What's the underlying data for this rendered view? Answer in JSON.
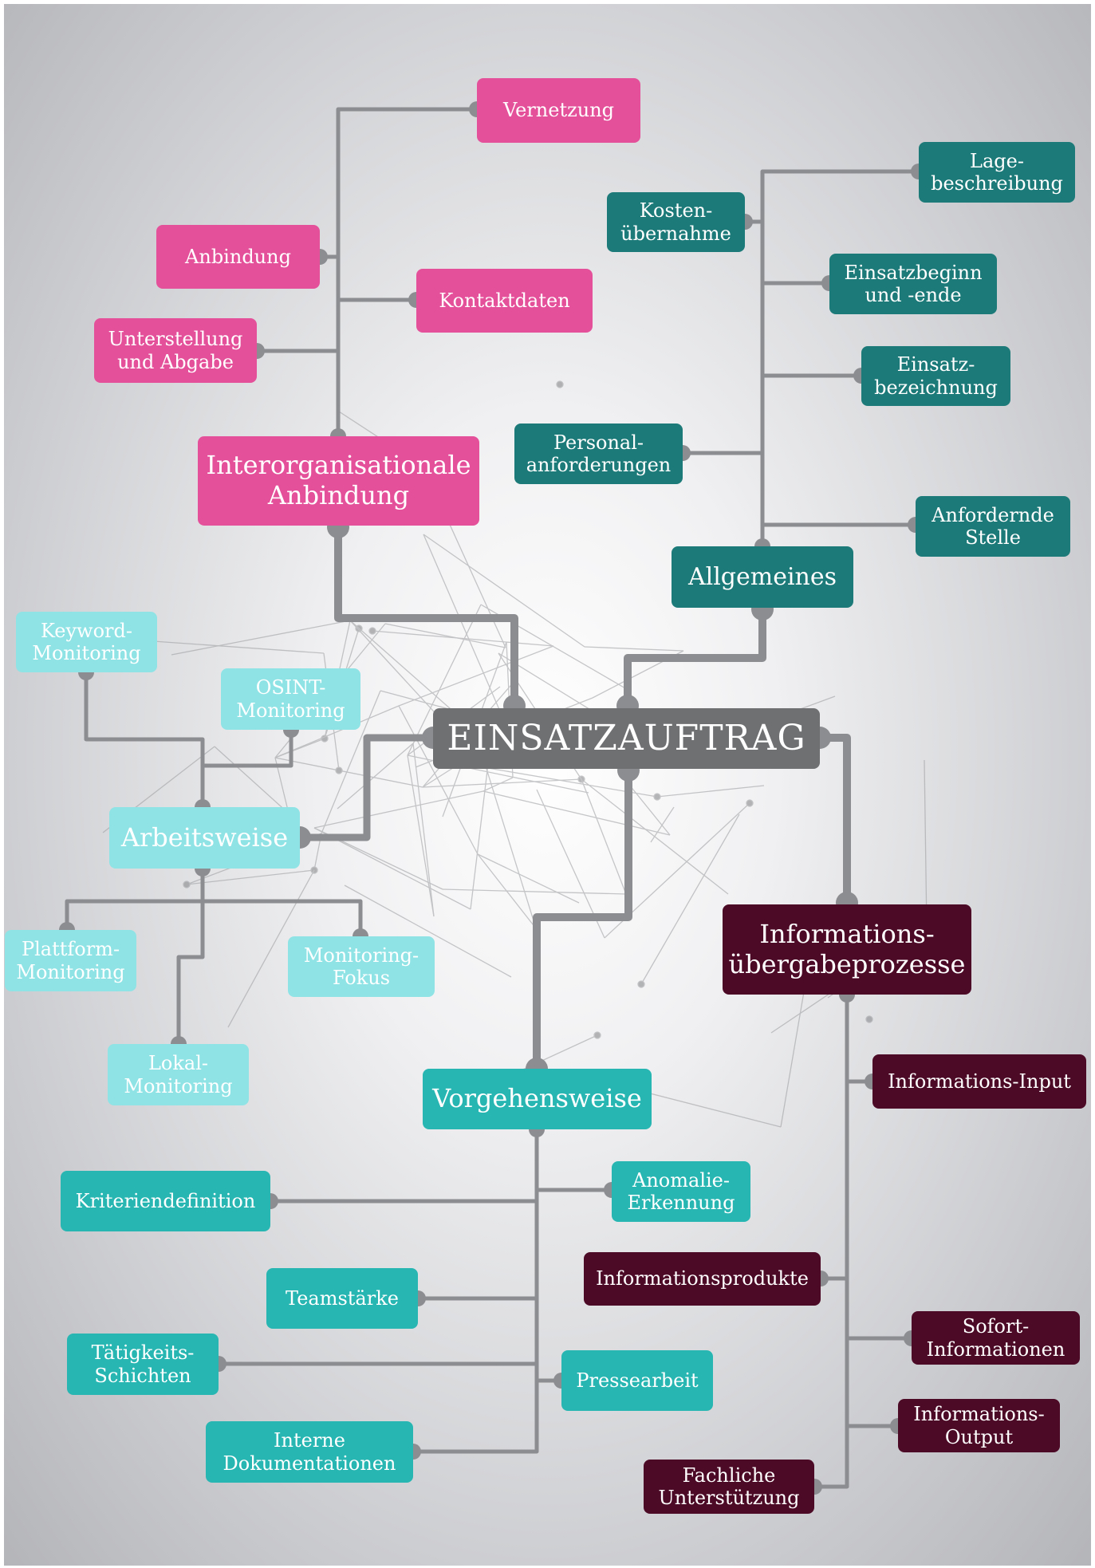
{
  "center": {
    "label": "EINSATZAUFTRAG"
  },
  "branches": {
    "interorganisationale_anbindung": {
      "label": "Interorganisationale\nAnbindung",
      "children": [
        "Vernetzung",
        "Anbindung",
        "Kontaktdaten",
        "Unterstellung\nund Abgabe"
      ]
    },
    "allgemeines": {
      "label": "Allgemeines",
      "children": [
        "Lage-\nbeschreibung",
        "Kosten-\nübernahme",
        "Einsatzbeginn\nund -ende",
        "Einsatz-\nbezeichnung",
        "Personal-\nanforderungen",
        "Anfordernde\nStelle"
      ]
    },
    "arbeitsweise": {
      "label": "Arbeitsweise",
      "children": [
        "Keyword-\nMonitoring",
        "OSINT-\nMonitoring",
        "Plattform-\nMonitoring",
        "Monitoring-\nFokus",
        "Lokal-\nMonitoring"
      ]
    },
    "vorgehensweise": {
      "label": "Vorgehensweise",
      "children": [
        "Kriteriendefinition",
        "Anomalie-\nErkennung",
        "Teamstärke",
        "Tätigkeits-\nSchichten",
        "Pressearbeit",
        "Interne\nDokumentationen"
      ]
    },
    "informationsuebergabeprozesse": {
      "label": "Informations-\nübergabeprozesse",
      "children": [
        "Informations-Input",
        "Informationsprodukte",
        "Sofort-\nInformationen",
        "Informations-\nOutput",
        "Fachliche\nUnterstützung"
      ]
    }
  },
  "colors": {
    "center": "#6f7072",
    "interorganisationale_anbindung": "#e4519a",
    "allgemeines": "#1c7a78",
    "arbeitsweise": "#8fe3e5",
    "vorgehensweise": "#27b6b2",
    "informationsuebergabeprozesse": "#4d0a26",
    "connector": "#8c8d90",
    "background": "#d2d3d6"
  }
}
